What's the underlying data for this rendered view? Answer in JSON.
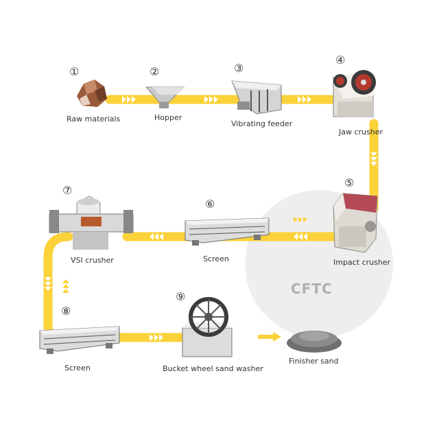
{
  "colors": {
    "conveyor": "#fbd23a",
    "arrow": "#ffffff",
    "circle_bg": "#eeeeee",
    "label_text": "#333333",
    "logo_grey": "#b0b0b0",
    "logo_red": "#d9362b"
  },
  "steps": [
    {
      "number": "①",
      "label": "Raw materials"
    },
    {
      "number": "②",
      "label": "Hopper"
    },
    {
      "number": "③",
      "label": "Vibrating feeder"
    },
    {
      "number": "④",
      "label": "Jaw crusher"
    },
    {
      "number": "⑤",
      "label": "Impact crusher"
    },
    {
      "number": "⑥",
      "label": "Screen"
    },
    {
      "number": "⑦",
      "label": "VSI crusher"
    },
    {
      "number": "⑧",
      "label": "Screen"
    },
    {
      "number": "⑨",
      "label": "Bucket wheel sand washer"
    }
  ],
  "product": {
    "label": "Finisher sand"
  },
  "logo": {
    "text": "CFTC"
  }
}
